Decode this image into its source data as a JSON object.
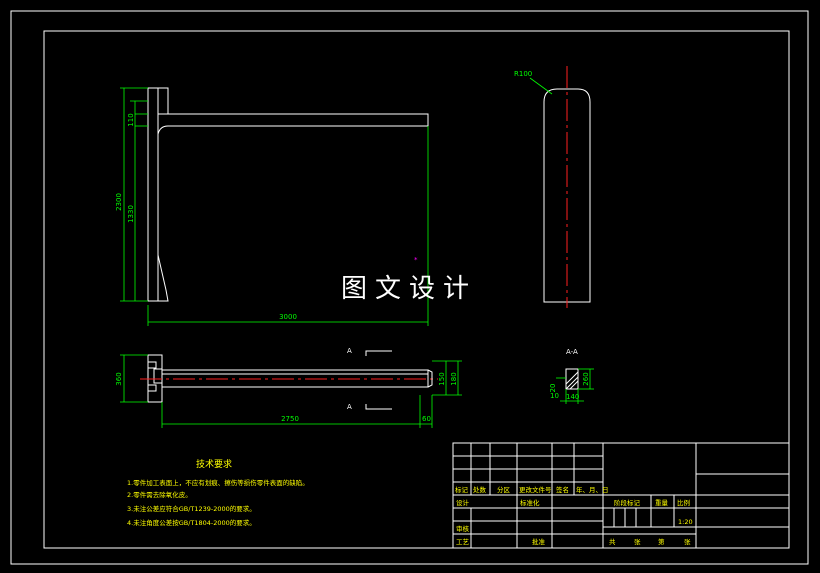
{
  "watermark": "图文设计",
  "front_view": {
    "dim_total_height": "2300",
    "dim_inner_height": "1330",
    "dim_top": "110",
    "dim_width": "3000"
  },
  "side_view": {
    "radius_label": "R100"
  },
  "plan_view": {
    "dim_left": "360",
    "dim_right_a": "150",
    "dim_right_b": "180",
    "dim_length": "2750",
    "dim_end": "60",
    "section_mark": "A"
  },
  "section": {
    "title": "A-A",
    "dim_h": "260",
    "dim_left": "20",
    "dim_bottom_left": "10",
    "dim_bottom": "140"
  },
  "tech_req": {
    "title": "技术要求",
    "items": [
      "1.零件加工表面上，不应有划痕、擦伤等损伤零件表面的缺陷。",
      "2.零件需去除氧化皮。",
      "3.未注公差应符合GB/T1239-2000的要求。",
      "4.未注角度公差按GB/T1804-2000的要求。"
    ]
  },
  "title_block": {
    "row_labels": [
      "标记",
      "处数",
      "分区",
      "更改文件号",
      "签名",
      "年、月、日"
    ],
    "designer": "设计",
    "standardize": "标准化",
    "check": "审核",
    "process": "工艺",
    "approve": "批准",
    "stage_mark": "阶段标记",
    "weight": "重量",
    "scale": "比例",
    "scale_value": "1:20",
    "sheet_total": "共",
    "sheet_label": "张",
    "sheet_no": "第",
    "sheet_label2": "张"
  }
}
